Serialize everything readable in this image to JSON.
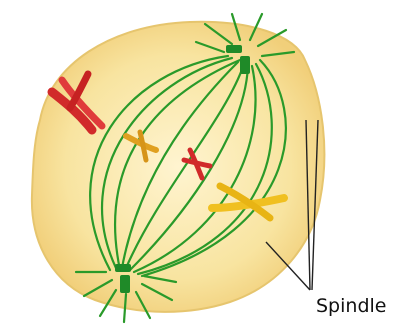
{
  "labels": {
    "spindle": "Spindle"
  },
  "colors": {
    "background": "#ffffff",
    "cell_fill": "#f8e4a0",
    "cell_center": "#fff4d0",
    "cell_outline": "#e6c56e",
    "spindle_fibers": "#2a9a2a",
    "centrioles": "#1f8a28",
    "chromosome_red": "#d12a2a",
    "chromosome_orange": "#e0a020",
    "chromosome_yellow": "#f0c020",
    "leader_line": "#222222"
  },
  "structures": {
    "chromosomes": [
      "red-chromosome-large",
      "orange-chromosome-small",
      "red-chromosome-small",
      "yellow-chromosome"
    ],
    "centrioles": [
      "top-centriole",
      "bottom-centriole"
    ]
  }
}
